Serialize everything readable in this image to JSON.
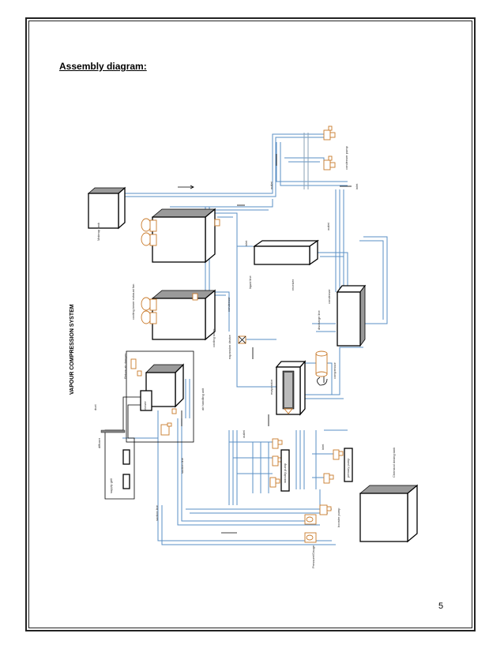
{
  "heading": "Assembly diagram:",
  "page_number": "5",
  "diagram": {
    "title": "VAPOUR COMPRESSION SYSTEM",
    "labels": {
      "makeup_tank": "Makeup tank",
      "cooling_tower_exhaust_fan": "cooling tower exhaust fan",
      "cooling_tower": "cooling tower",
      "condenser_outlet": "condenser",
      "expansion_device": "expansion device",
      "liquid_line": "liquid line",
      "inlet_top": "inlet",
      "receiver": "receiver",
      "discharge_line": "discharge line",
      "condenser": "condenser",
      "outlet_mid": "outlet",
      "outlet_top": "outlet",
      "inlet_right": "inlet",
      "condenser_pump": "condenser pump",
      "tower_outlet": "tower outlet",
      "evaporator": "evaporator",
      "compressor": "compressor",
      "air_handling_unit": "air handling unit",
      "return_air_damper": "Return air damper",
      "duct": "duct",
      "blower": "blower",
      "diffuser": "diffuser",
      "supply_grill": "supply grill",
      "suction_line": "suction line",
      "outlet_low": "outlet",
      "inlet_low": "inlet",
      "standby_pump": "standby pump",
      "primary_pump": "primary pump",
      "secondary_pump": "booster pump",
      "chemical_dosing_tank": "Chemical dosing tank",
      "pressure_gauge": "Pressure/Gauge",
      "suction_line_low": "suction line"
    }
  }
}
